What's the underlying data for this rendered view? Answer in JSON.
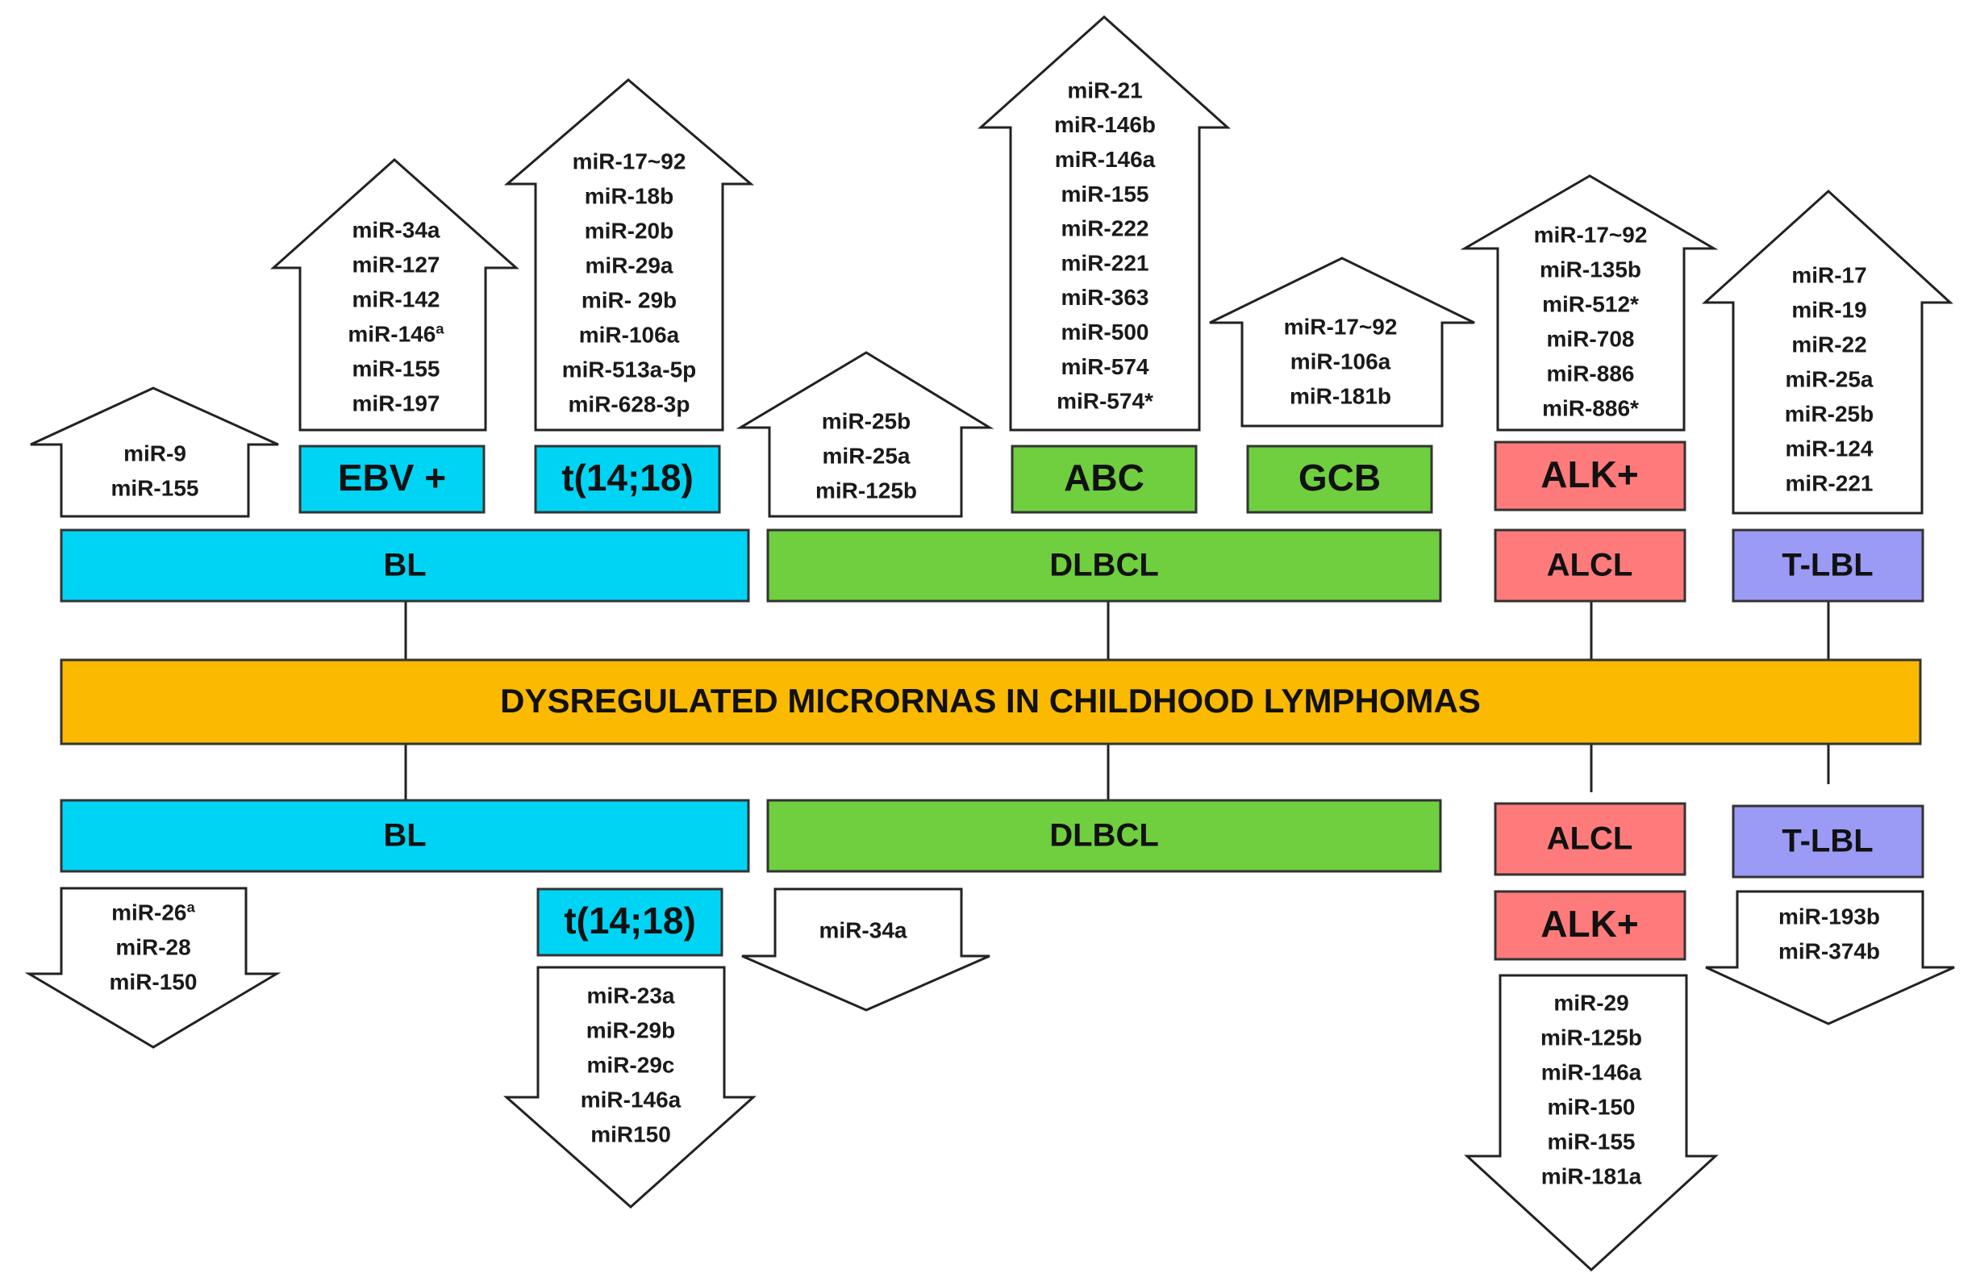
{
  "title": "DYSREGULATED MICRORNAS IN CHILDHOOD LYMPHOMAS",
  "colors": {
    "bl": "#00d4f5",
    "dlbcl": "#6fcf3f",
    "alcl": "#ff7b7b",
    "tlbl": "#9b9bf5",
    "central": "#fbb900",
    "outline": "#333333"
  },
  "up": {
    "lymphomas": {
      "bl": "BL",
      "dlbcl": "DLBCL",
      "alcl": "ALCL",
      "tlbl": "T-LBL"
    },
    "subtypes": {
      "ebv": "EBV +",
      "t1418": "t(14;18)",
      "abc": "ABC",
      "gcb": "GCB",
      "alk": "ALK+"
    },
    "arrows": {
      "bl": [
        "miR-9",
        "miR-155"
      ],
      "ebv": [
        "miR-34a",
        "miR-127",
        "miR-142",
        "miR-146ª",
        "miR-155",
        "miR-197"
      ],
      "t1418": [
        "miR-17~92",
        "miR-18b",
        "miR-20b",
        "miR-29a",
        "miR- 29b",
        "miR-106a",
        "miR-513a-5p",
        "miR-628-3p"
      ],
      "dlbcl": [
        "miR-25b",
        "miR-25a",
        "miR-125b"
      ],
      "abc": [
        "miR-21",
        "miR-146b",
        "miR-146a",
        "miR-155",
        "miR-222",
        "miR-221",
        "miR-363",
        "miR-500",
        "miR-574",
        "miR-574*"
      ],
      "gcb": [
        "miR-17~92",
        "miR-106a",
        "miR-181b"
      ],
      "alk": [
        "miR-17~92",
        "miR-135b",
        "miR-512*",
        "miR-708",
        "miR-886",
        "miR-886*"
      ],
      "tlbl": [
        "miR-17",
        "miR-19",
        "miR-22",
        "miR-25a",
        "miR-25b",
        "miR-124",
        "miR-221"
      ]
    }
  },
  "down": {
    "lymphomas": {
      "bl": "BL",
      "dlbcl": "DLBCL",
      "alcl": "ALCL",
      "tlbl": "T-LBL"
    },
    "subtypes": {
      "t1418": "t(14;18)",
      "alk": "ALK+"
    },
    "arrows": {
      "bl": [
        "miR-26ª",
        "miR-28",
        "miR-150"
      ],
      "t1418": [
        "miR-23a",
        "miR-29b",
        "miR-29c",
        "miR-146a",
        "miR150"
      ],
      "dlbcl": [
        "miR-34a"
      ],
      "alk": [
        "miR-29",
        "miR-125b",
        "miR-146a",
        "miR-150",
        "miR-155",
        "miR-181a"
      ],
      "tlbl": [
        "miR-193b",
        "miR-374b"
      ]
    }
  }
}
